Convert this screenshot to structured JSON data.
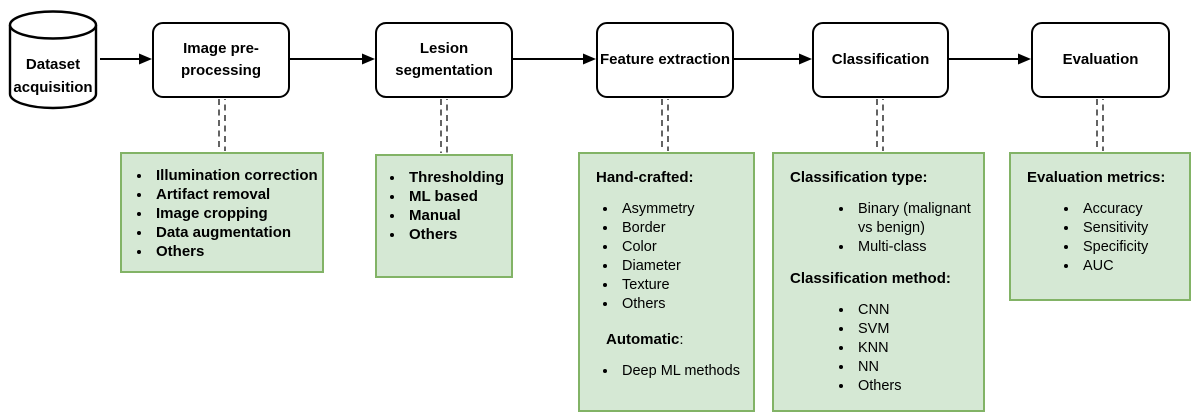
{
  "colors": {
    "detail_fill": "#d5e8d4",
    "detail_border": "#82b366",
    "node_fill": "#ffffff",
    "node_border": "#000000",
    "arrow": "#000000",
    "text": "#000000"
  },
  "flow": {
    "nodes": [
      {
        "id": "dataset-acquisition",
        "shape": "cylinder",
        "lines": [
          "Dataset",
          "acquisition"
        ]
      },
      {
        "id": "image-preprocessing",
        "shape": "rounded-rect",
        "lines": [
          "Image pre-",
          "processing"
        ]
      },
      {
        "id": "lesion-segmentation",
        "shape": "rounded-rect",
        "lines": [
          "Lesion",
          "segmentation"
        ]
      },
      {
        "id": "feature-extraction",
        "shape": "rounded-rect",
        "lines": [
          "Feature extraction"
        ]
      },
      {
        "id": "classification",
        "shape": "rounded-rect",
        "lines": [
          "Classification"
        ]
      },
      {
        "id": "evaluation",
        "shape": "rounded-rect",
        "lines": [
          "Evaluation"
        ]
      }
    ]
  },
  "details": {
    "preprocessing": {
      "items": [
        "Illumination correction",
        "Artifact removal",
        "Image cropping",
        "Data augmentation",
        "Others"
      ]
    },
    "segmentation": {
      "items": [
        "Thresholding",
        "ML based",
        "Manual",
        "Others"
      ]
    },
    "feature_extraction": {
      "sections": [
        {
          "heading": "Hand-crafted:",
          "heading_suffix": "",
          "items": [
            "Asymmetry",
            "Border",
            "Color",
            "Diameter",
            "Texture",
            "Others"
          ]
        },
        {
          "heading": "Automatic",
          "heading_suffix": ":",
          "items": [
            "Deep ML methods"
          ]
        }
      ]
    },
    "classification": {
      "sections": [
        {
          "heading": "Classification type:",
          "heading_suffix": "",
          "items": [
            "Binary (malignant vs benign)",
            "Multi-class"
          ]
        },
        {
          "heading": "Classification method:",
          "heading_suffix": "",
          "items": [
            "CNN",
            "SVM",
            "KNN",
            "NN",
            "Others"
          ]
        }
      ]
    },
    "evaluation": {
      "sections": [
        {
          "heading": "Evaluation metrics:",
          "heading_suffix": "",
          "items": [
            "Accuracy",
            "Sensitivity",
            "Specificity",
            "AUC"
          ]
        }
      ]
    }
  }
}
